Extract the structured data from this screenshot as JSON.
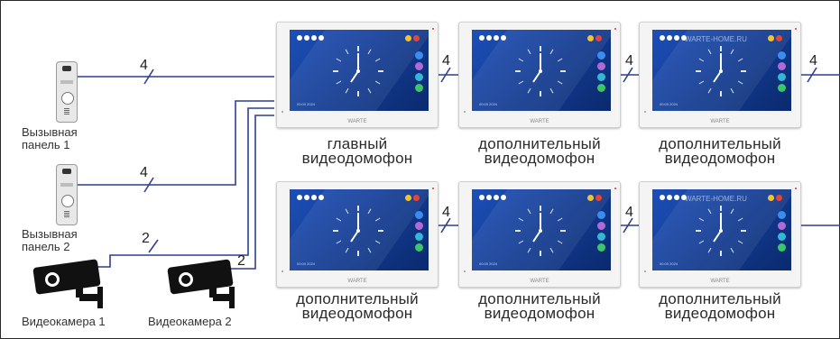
{
  "call_panels": [
    {
      "label_line1": "Вызывная",
      "label_line2": "панель 1"
    },
    {
      "label_line1": "Вызывная",
      "label_line2": "панель 2"
    }
  ],
  "cameras": [
    {
      "label": "Видеокамера 1"
    },
    {
      "label": "Видеокамера 2"
    }
  ],
  "wire_labels": {
    "panel1": "4",
    "panel2": "4",
    "camera1": "2",
    "camera2": "2",
    "top_1_2": "4",
    "top_2_3": "4",
    "top_3_out": "4",
    "bottom_1_2": "4",
    "bottom_2_3": "4"
  },
  "monitors": [
    {
      "line1": "главный",
      "line2": "видеодомофон",
      "brand": "WARTE",
      "watermark": ""
    },
    {
      "line1": "дополнительный",
      "line2": "видеодомофон",
      "brand": "WARTE",
      "watermark": ""
    },
    {
      "line1": "дополнительный",
      "line2": "видеодомофон",
      "brand": "WARTE",
      "watermark": "WARTE-HOME.RU"
    },
    {
      "line1": "дополнительный",
      "line2": "видеодомофон",
      "brand": "WARTE",
      "watermark": ""
    },
    {
      "line1": "дополнительный",
      "line2": "видеодомофон",
      "brand": "WARTE",
      "watermark": ""
    },
    {
      "line1": "дополнительный",
      "line2": "видеодомофон",
      "brand": "WARTE",
      "watermark": "WARTE-HOME.RU"
    }
  ],
  "colors": {
    "wire": "#2f3f8f",
    "screen": "#1d4fb8"
  }
}
